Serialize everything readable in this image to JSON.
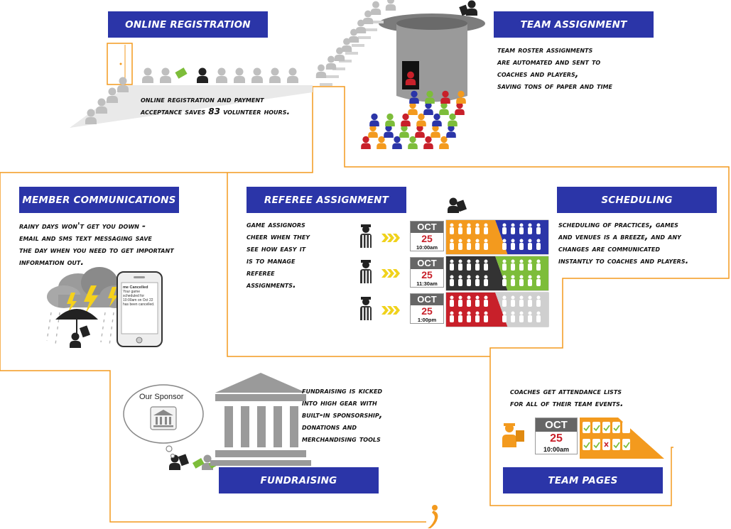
{
  "sections": {
    "online_registration": {
      "title": "ONLINE REGISTRATION",
      "lines": [
        "Online registration and Payment",
        "acceptance saves 83 Volunteer Hours."
      ]
    },
    "team_assignment": {
      "title": "TEAM ASSIGNMENT",
      "lines": [
        "Team Roster Assignments",
        "are automated and sent to",
        "coaches and players,",
        "saving tons of paper and time"
      ]
    },
    "member_communications": {
      "title": "MEMBER COMMUNICATIONS",
      "lines": [
        "Rainy days won't get you down -",
        "email and SMS text messaging save",
        "the day when you need to get important",
        "information out."
      ]
    },
    "referee_assignment": {
      "title": "REFEREE ASSIGNMENT",
      "lines": [
        "Game assignors",
        "cheer when they",
        "see how easy it",
        "is to manage",
        "referee",
        "assignments."
      ]
    },
    "scheduling": {
      "title": "SCHEDULING",
      "lines": [
        "Scheduling of practices, games",
        "and venues is a breeze, and any",
        "changes are communicated",
        "instantly to coaches and players."
      ]
    },
    "fundraising": {
      "title": "FUNDRAISING",
      "lines": [
        "Fundraising is kicked",
        "into high gear with",
        "built-in sponsorship,",
        "donations and",
        "merchandising tools"
      ]
    },
    "team_pages": {
      "title": "TEAM PAGES",
      "lines": [
        "Coaches get attendance lists",
        "for all of their team events."
      ]
    }
  },
  "phone": {
    "title": "me Cancelled",
    "body": [
      "Your game scheduled for",
      "10:00am on Oct 22",
      "has been cancelled."
    ]
  },
  "sponsor_bubble": "Our Sponsor",
  "games": [
    {
      "month": "OCT",
      "day": "25",
      "time": "10:00am",
      "home_color": "#f39a1e",
      "away_color": "#2b35a8"
    },
    {
      "month": "OCT",
      "day": "25",
      "time": "11:30am",
      "home_color": "#333333",
      "away_color": "#7dbd3a"
    },
    {
      "month": "OCT",
      "day": "25",
      "time": "1:00pm",
      "home_color": "#c8202a",
      "away_color": "#cfcfcf"
    }
  ],
  "attendance": {
    "month": "OCT",
    "day": "25",
    "time": "10:00am"
  },
  "colors": {
    "header_blue": "#2b35a8",
    "path_orange": "#f39a1e",
    "red": "#c8202a",
    "orange": "#f39a1e",
    "blue": "#2b35a8",
    "green": "#7dbd3a",
    "grey": "#bfbfbf",
    "dark": "#333333"
  }
}
